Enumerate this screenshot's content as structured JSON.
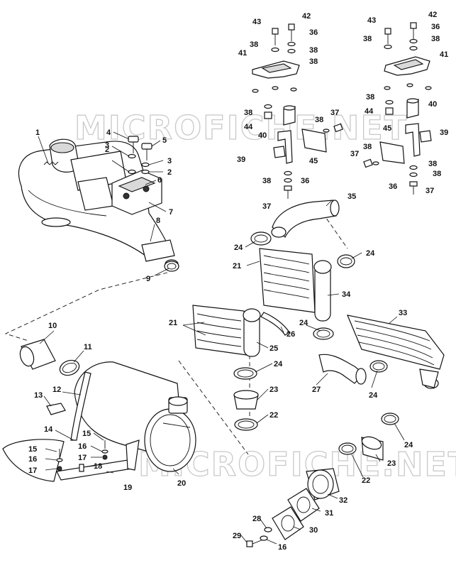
{
  "watermarks": [
    "MICROFICHE.NET",
    "MICROFICHE.NET"
  ],
  "callouts": [
    {
      "id": "c1",
      "text": "1"
    },
    {
      "id": "c2a",
      "text": "2"
    },
    {
      "id": "c2b",
      "text": "2"
    },
    {
      "id": "c3a",
      "text": "3"
    },
    {
      "id": "c3b",
      "text": "3"
    },
    {
      "id": "c4",
      "text": "4"
    },
    {
      "id": "c5",
      "text": "5"
    },
    {
      "id": "c6",
      "text": "6"
    },
    {
      "id": "c7",
      "text": "7"
    },
    {
      "id": "c8",
      "text": "8"
    },
    {
      "id": "c9",
      "text": "9"
    },
    {
      "id": "c10",
      "text": "10"
    },
    {
      "id": "c11",
      "text": "11"
    },
    {
      "id": "c12",
      "text": "12"
    },
    {
      "id": "c13",
      "text": "13"
    },
    {
      "id": "c14",
      "text": "14"
    },
    {
      "id": "c15a",
      "text": "15"
    },
    {
      "id": "c15b",
      "text": "15"
    },
    {
      "id": "c16a",
      "text": "16"
    },
    {
      "id": "c16b",
      "text": "16"
    },
    {
      "id": "c16c",
      "text": "16"
    },
    {
      "id": "c17a",
      "text": "17"
    },
    {
      "id": "c17b",
      "text": "17"
    },
    {
      "id": "c18",
      "text": "18"
    },
    {
      "id": "c19",
      "text": "19"
    },
    {
      "id": "c20",
      "text": "20"
    },
    {
      "id": "c21a",
      "text": "21"
    },
    {
      "id": "c21b",
      "text": "21"
    },
    {
      "id": "c22a",
      "text": "22"
    },
    {
      "id": "c22b",
      "text": "22"
    },
    {
      "id": "c23a",
      "text": "23"
    },
    {
      "id": "c23b",
      "text": "23"
    },
    {
      "id": "c24a",
      "text": "24"
    },
    {
      "id": "c24b",
      "text": "24"
    },
    {
      "id": "c24c",
      "text": "24"
    },
    {
      "id": "c24d",
      "text": "24"
    },
    {
      "id": "c24e",
      "text": "24"
    },
    {
      "id": "c24f",
      "text": "24"
    },
    {
      "id": "c25",
      "text": "25"
    },
    {
      "id": "c26",
      "text": "26"
    },
    {
      "id": "c27",
      "text": "27"
    },
    {
      "id": "c28",
      "text": "28"
    },
    {
      "id": "c29",
      "text": "29"
    },
    {
      "id": "c30",
      "text": "30"
    },
    {
      "id": "c31",
      "text": "31"
    },
    {
      "id": "c32",
      "text": "32"
    },
    {
      "id": "c33",
      "text": "33"
    },
    {
      "id": "c34",
      "text": "34"
    },
    {
      "id": "c35",
      "text": "35"
    },
    {
      "id": "c36a",
      "text": "36"
    },
    {
      "id": "c36b",
      "text": "36"
    },
    {
      "id": "c36c",
      "text": "36"
    },
    {
      "id": "c36d",
      "text": "36"
    },
    {
      "id": "c37a",
      "text": "37"
    },
    {
      "id": "c37b",
      "text": "37"
    },
    {
      "id": "c37c",
      "text": "37"
    },
    {
      "id": "c37d",
      "text": "37"
    },
    {
      "id": "c38a",
      "text": "38"
    },
    {
      "id": "c38b",
      "text": "38"
    },
    {
      "id": "c38c",
      "text": "38"
    },
    {
      "id": "c38d",
      "text": "38"
    },
    {
      "id": "c38e",
      "text": "38"
    },
    {
      "id": "c38f",
      "text": "38"
    },
    {
      "id": "c38g",
      "text": "38"
    },
    {
      "id": "c38h",
      "text": "38"
    },
    {
      "id": "c38i",
      "text": "38"
    },
    {
      "id": "c38j",
      "text": "38"
    },
    {
      "id": "c38k",
      "text": "38"
    },
    {
      "id": "c38l",
      "text": "38"
    },
    {
      "id": "c39a",
      "text": "39"
    },
    {
      "id": "c39b",
      "text": "39"
    },
    {
      "id": "c40a",
      "text": "40"
    },
    {
      "id": "c40b",
      "text": "40"
    },
    {
      "id": "c41a",
      "text": "41"
    },
    {
      "id": "c41b",
      "text": "41"
    },
    {
      "id": "c42a",
      "text": "42"
    },
    {
      "id": "c42b",
      "text": "42"
    },
    {
      "id": "c43a",
      "text": "43"
    },
    {
      "id": "c43b",
      "text": "43"
    },
    {
      "id": "c44a",
      "text": "44"
    },
    {
      "id": "c44b",
      "text": "44"
    },
    {
      "id": "c45a",
      "text": "45"
    },
    {
      "id": "c45b",
      "text": "45"
    }
  ]
}
